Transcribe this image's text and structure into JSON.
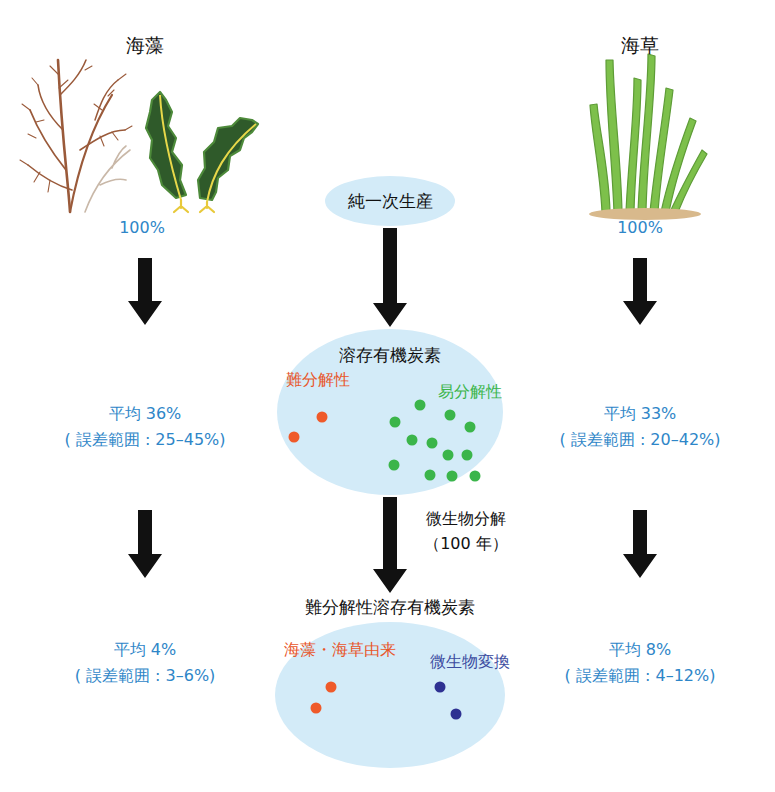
{
  "diagram": {
    "nodes": [
      {
        "text": [
          "純一次生産"
        ]
      },
      {
        "text": [
          "溶存有機炭素",
          "難分解性",
          "易分解性"
        ]
      },
      {
        "text": [
          "難分解性溶存有機炭素",
          "海藻・海草由来",
          "微生物変換"
        ]
      }
    ],
    "edges": [
      {
        "from": 0,
        "to": 1,
        "arrow": "to"
      },
      {
        "from": 1,
        "to": 2,
        "label": "微生物分解 （100 年）",
        "arrow": "to"
      }
    ],
    "labels": [
      "海藻",
      "100%",
      "平均 36%",
      "( 誤差範囲 : 25–45%)",
      "平均 4%",
      "( 誤差範囲 : 3–6%)",
      "海草",
      "100%",
      "平均 33%",
      "( 誤差範囲 : 20–42%)",
      "平均 8%",
      "( 誤差範囲 : 4–12%)"
    ]
  }
}
